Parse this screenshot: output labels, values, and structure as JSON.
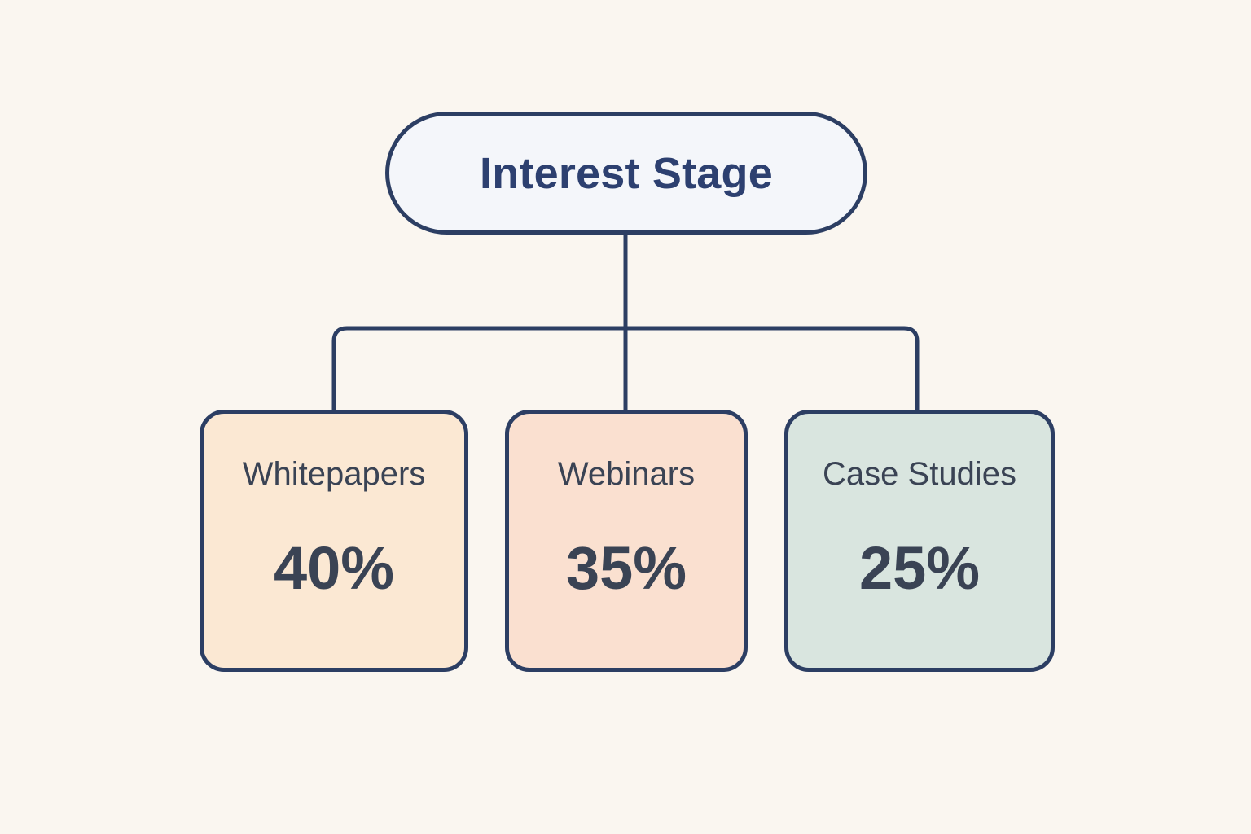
{
  "diagram": {
    "background_color": "#faf6f0",
    "line_color": "#2c3e63",
    "root": {
      "label": "Interest Stage",
      "fill_color": "#f4f6fa",
      "text_color": "#2d4070",
      "border_color": "#2c3e63"
    },
    "children": [
      {
        "id": "whitepapers",
        "label": "Whitepapers",
        "value": "40%",
        "percent": 40,
        "fill_color": "#fbe8d3",
        "text_color": "#3a4354",
        "border_color": "#2c3e63"
      },
      {
        "id": "webinars",
        "label": "Webinars",
        "value": "35%",
        "percent": 35,
        "fill_color": "#fae0d0",
        "text_color": "#3a4354",
        "border_color": "#2c3e63"
      },
      {
        "id": "case-studies",
        "label": "Case Studies",
        "value": "25%",
        "percent": 25,
        "fill_color": "#d9e5df",
        "text_color": "#3a4354",
        "border_color": "#2c3e63"
      }
    ]
  },
  "chart_data": {
    "type": "pie",
    "title": "Interest Stage",
    "categories": [
      "Whitepapers",
      "Webinars",
      "Case Studies"
    ],
    "values": [
      40,
      35,
      25
    ],
    "value_labels": [
      "40%",
      "35%",
      "25%"
    ],
    "unit": "percent",
    "total": 100,
    "xlabel": "",
    "ylabel": "",
    "legend": "none"
  }
}
